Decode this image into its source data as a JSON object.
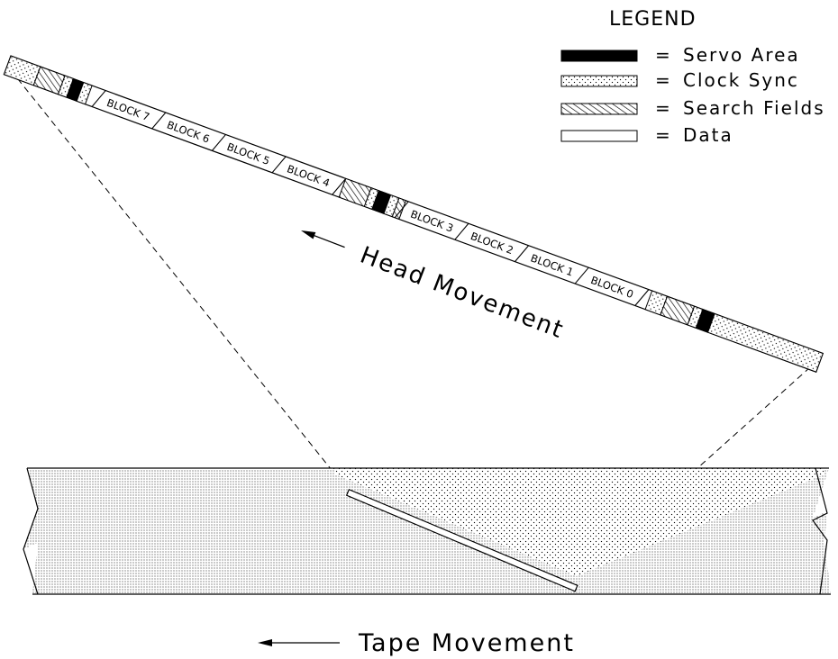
{
  "legend": {
    "title": "LEGEND",
    "items": [
      {
        "key": "servo",
        "equals": "=",
        "label": "Servo Area"
      },
      {
        "key": "clock",
        "equals": "=",
        "label": "Clock Sync"
      },
      {
        "key": "search",
        "equals": "=",
        "label": "Search Fields"
      },
      {
        "key": "data",
        "equals": "=",
        "label": "Data"
      }
    ]
  },
  "blocks": [
    "BLOCK 7",
    "BLOCK 6",
    "BLOCK 5",
    "BLOCK 4",
    "BLOCK 3",
    "BLOCK 2",
    "BLOCK 1",
    "BLOCK 0"
  ],
  "labels": {
    "head_movement": "Head Movement",
    "tape_movement": "Tape Movement"
  },
  "colors": {
    "ink": "#000000",
    "paper": "#ffffff"
  }
}
